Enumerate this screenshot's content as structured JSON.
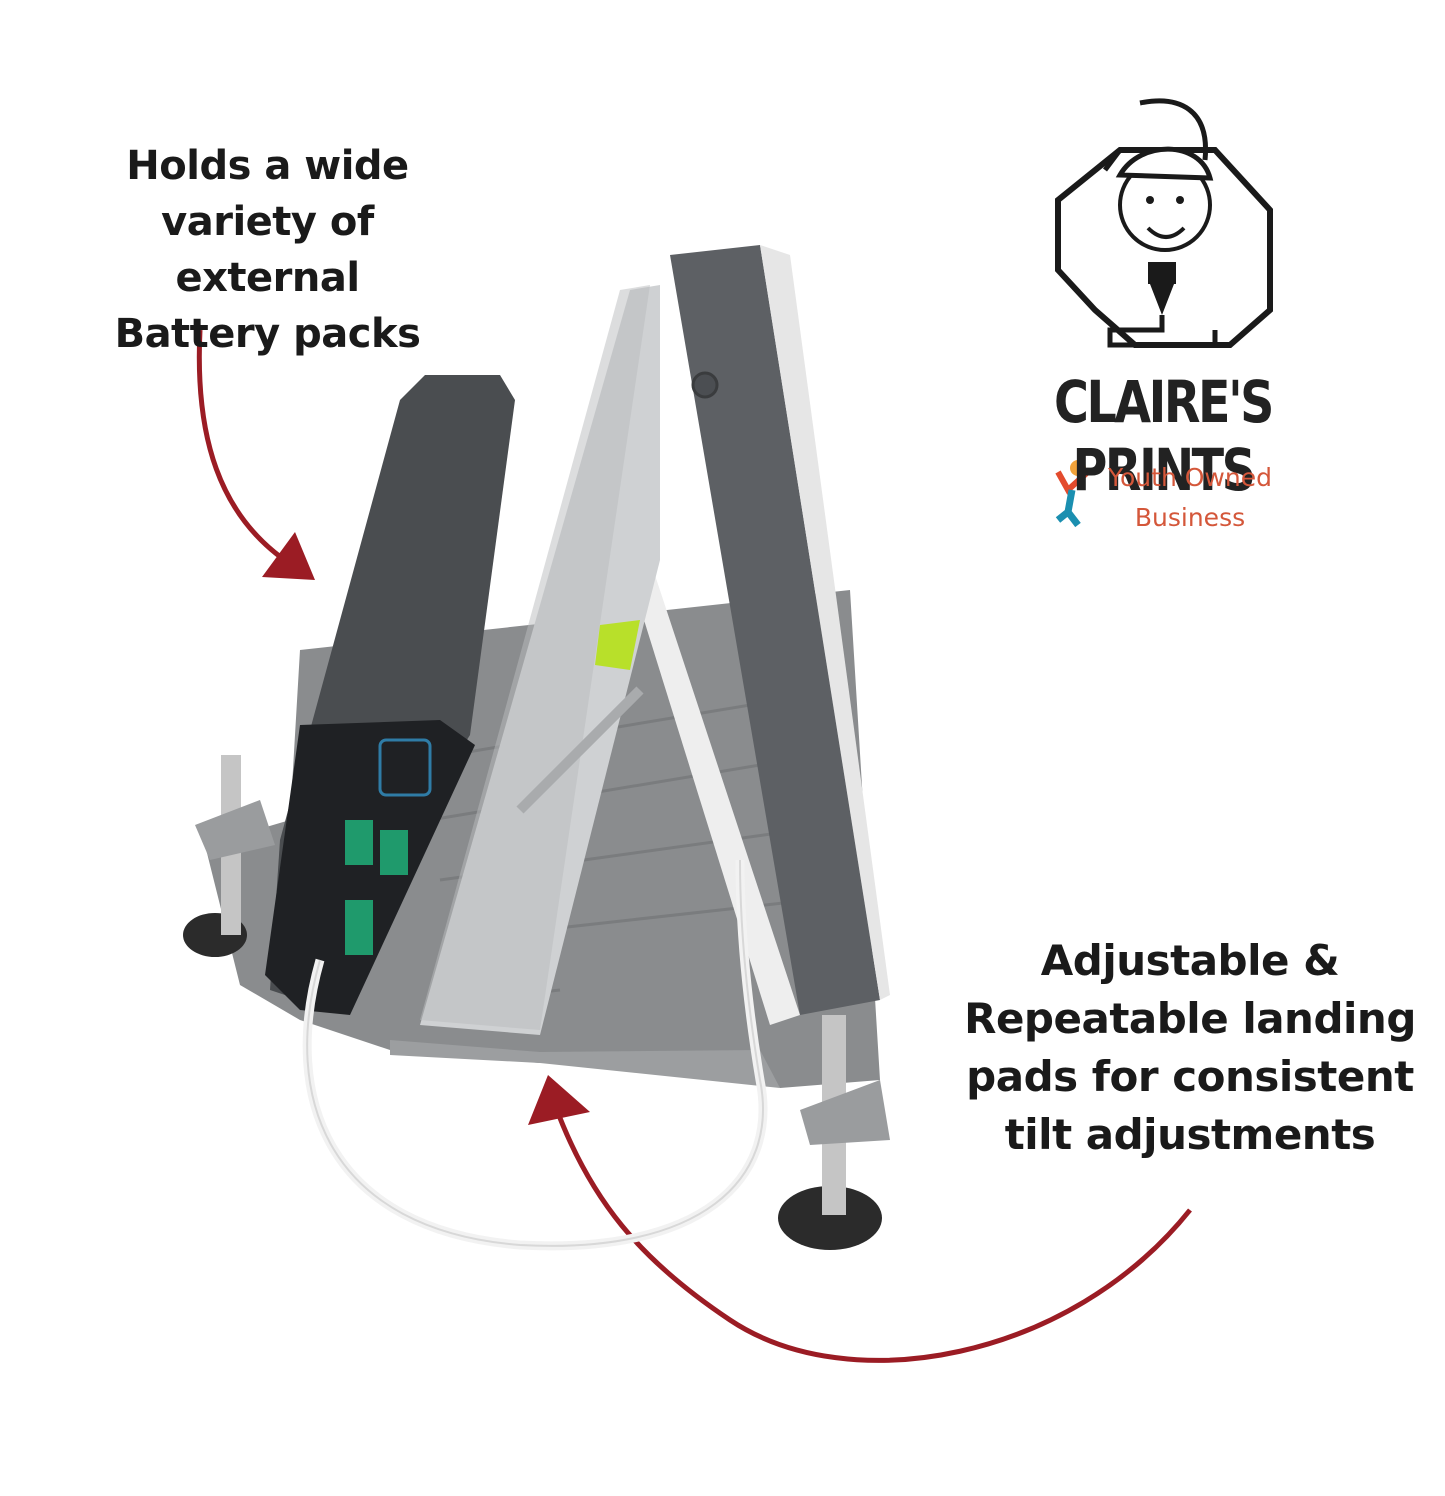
{
  "callouts": {
    "battery": [
      "Holds a wide",
      "variety of external",
      "Battery packs"
    ],
    "landing": [
      "Adjustable &",
      "Repeatable landing",
      "pads for consistent",
      "tilt adjustments"
    ]
  },
  "brand": {
    "name": "CLAIRE'S PRINTS",
    "tagline": [
      "Youth Owned",
      "Business"
    ]
  },
  "colors": {
    "arrow": "#9b1c24",
    "tag": "#d4573a",
    "stand": "#8a8c8e",
    "battery": "#4a4d50"
  },
  "icons": [
    "youth-figure-icon",
    "claire-portrait-logo"
  ]
}
